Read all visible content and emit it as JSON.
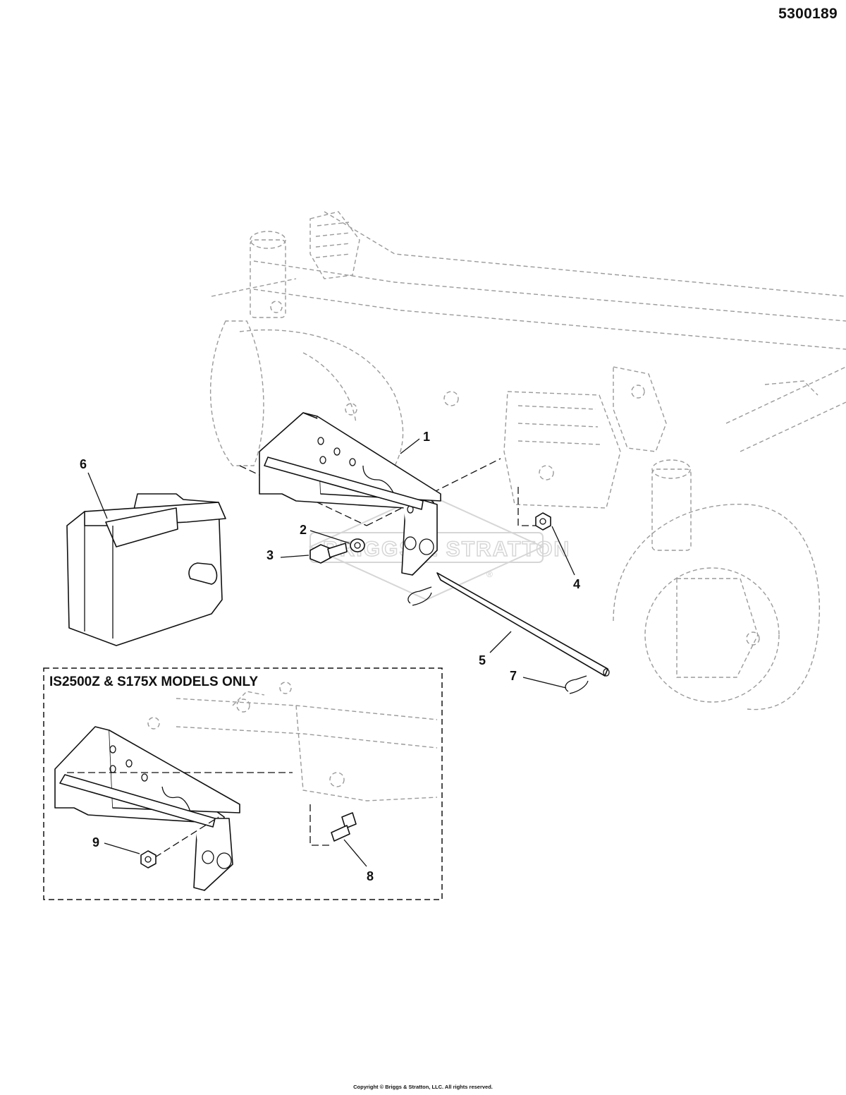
{
  "document": {
    "number": "5300189",
    "copyright": "Copyright © Briggs & Stratton, LLC. All rights reserved."
  },
  "watermark": {
    "text": "BRIGGS & STRATTON",
    "trademark": "®"
  },
  "inset": {
    "title": "IS2500Z & S175X MODELS ONLY"
  },
  "callouts": [
    {
      "id": "1",
      "label": "1"
    },
    {
      "id": "2",
      "label": "2"
    },
    {
      "id": "3",
      "label": "3"
    },
    {
      "id": "4",
      "label": "4"
    },
    {
      "id": "5",
      "label": "5"
    },
    {
      "id": "6",
      "label": "6"
    },
    {
      "id": "7",
      "label": "7"
    },
    {
      "id": "8",
      "label": "8"
    },
    {
      "id": "9",
      "label": "9"
    }
  ],
  "colors": {
    "line": "#111111",
    "ghost_line": "#9a9a9a",
    "background": "#ffffff"
  }
}
